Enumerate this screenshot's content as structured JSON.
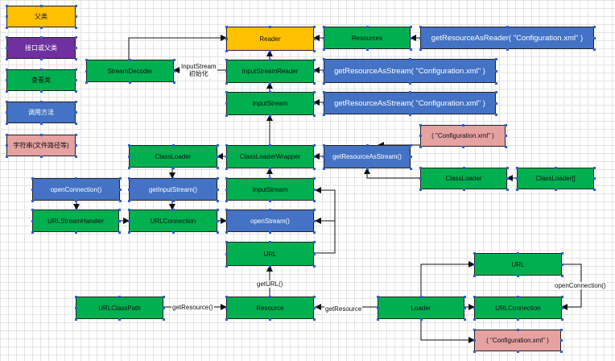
{
  "legend": {
    "parent": "父类",
    "interface": "接口或父类",
    "view": "查看类",
    "call": "调用方法",
    "string": "字符串(文件路径等)"
  },
  "nodes": {
    "reader": "Reader",
    "resources": "Resources",
    "get_resource_as_reader": "getResourceAsReader( \"Configuration.xml\" )",
    "stream_decoder": "StreamDecoder",
    "input_stream_reader": "InputStreamReader",
    "get_resource_as_stream_1": "getResourceAsStream( \"Configuration.xml\" )",
    "input_stream_1": "InputStream",
    "get_resource_as_stream_2": "getResourceAsStream( \"Configuration.xml\" )",
    "config_xml_1": "( \"Configuration.xml\" )",
    "class_loader_1": "ClassLoader",
    "class_loader_wrapper": "ClassLoaderWrapper",
    "get_resource_as_stream_3": "getResourceAsStream()",
    "class_loader_2": "ClassLoader",
    "class_loader_array": "ClassLoader[]",
    "open_connection_1": "openConnection()",
    "get_input_stream": "getInputStream()",
    "input_stream_2": "InputStream",
    "url_stream_handler": "URLStreamHandler",
    "url_connection_1": "URLConnection",
    "open_stream": "openStream()",
    "url_1": "URL",
    "url_class_path": "URLClassPath",
    "resource": "Resource",
    "loader": "Loader",
    "url_2": "URL",
    "url_connection_2": "URLConnection",
    "config_xml_2": "( \"Configuration.xml\" )"
  },
  "edge_labels": {
    "input_stream_init": "InputStream\n初始化",
    "get_url": "getURL()",
    "get_resource_1": "getResource()",
    "get_resource_2": "getResource",
    "open_connection_2": "openConnection()"
  },
  "colors": {
    "parent": "#ffc000",
    "interface": "#7030a0",
    "view": "#00b050",
    "call": "#4472c4",
    "string": "#e6a1a1"
  }
}
